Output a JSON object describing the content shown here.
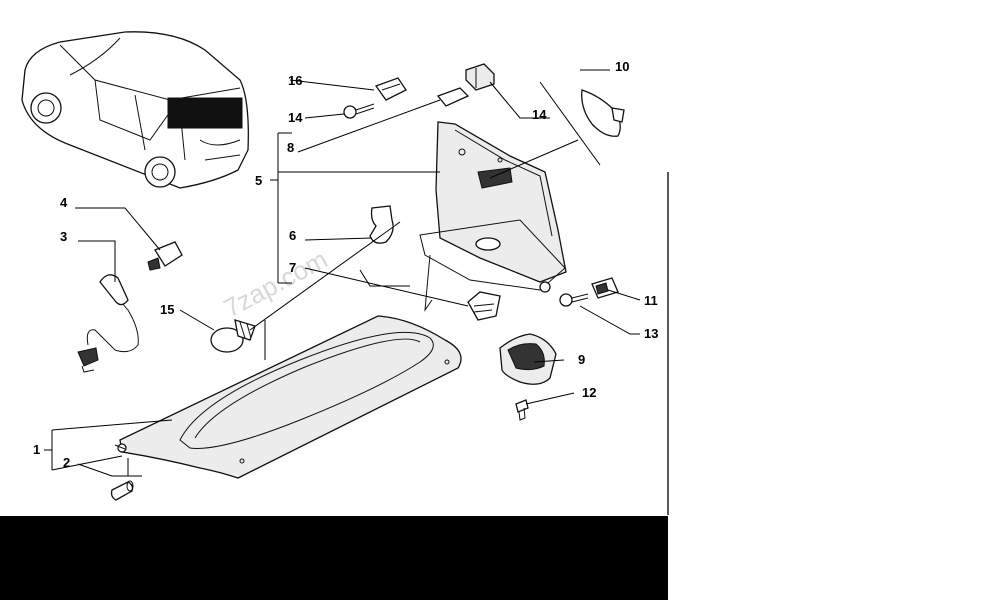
{
  "diagram": {
    "callouts": [
      "1",
      "2",
      "3",
      "4",
      "5",
      "6",
      "7",
      "8",
      "9",
      "10",
      "11",
      "12",
      "13",
      "14",
      "14",
      "15",
      "16"
    ],
    "watermark": "7zap.com",
    "colors": {
      "line": "#111111",
      "part_fill": "#ececec",
      "footer": "#000000",
      "background": "#ffffff"
    }
  }
}
